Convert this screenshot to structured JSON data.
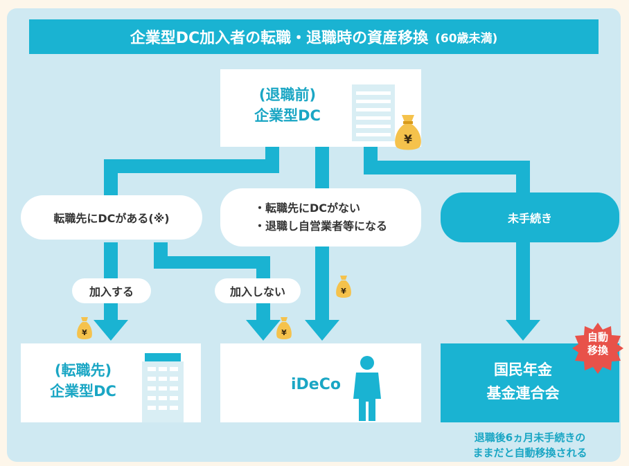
{
  "title": {
    "main": "企業型DC加入者の転職・退職時の資産移換",
    "sub": "(60歳未満)"
  },
  "top_box": {
    "line1": "(退職前)",
    "line2": "企業型DC"
  },
  "branches": {
    "dc_yes": "転職先にDCがある(※)",
    "dc_no_1": "・転職先にDCがない",
    "dc_no_2": "・退職し自営業者等になる",
    "no_action": "未手続き"
  },
  "choices": {
    "join": "加入する",
    "not_join": "加入しない"
  },
  "bottom": {
    "new_dc_line1": "(転職先)",
    "new_dc_line2": "企業型DC",
    "ideco": "iDeCo",
    "fund_line1": "国民年金",
    "fund_line2": "基金連合会"
  },
  "badge": {
    "line1": "自動",
    "line2": "移換"
  },
  "note": {
    "line1": "退職後6ヵ月未手続きの",
    "line2": "ままだと自動移換される"
  },
  "yen_symbol": "¥",
  "colors": {
    "accent": "#1ab3d2",
    "text_accent": "#1aa6c4",
    "panel": "#cfe9f2",
    "badge": "#e8524a",
    "bag": "#f5c24c"
  }
}
